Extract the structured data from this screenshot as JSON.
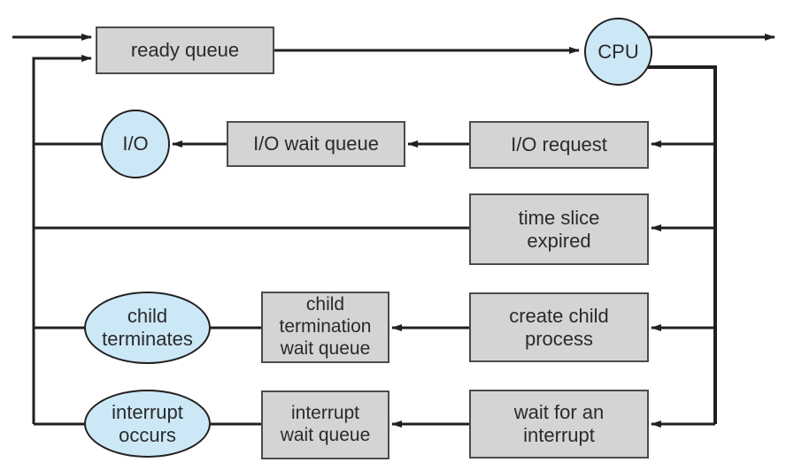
{
  "colors": {
    "box_fill": "#d3d4d6",
    "box_border": "#4a4b4d",
    "ellipse_fill": "#cce8f7",
    "ellipse_border": "#231f20",
    "line": "#231f20",
    "text": "#2b2a2b",
    "background": "#ffffff"
  },
  "nodes": {
    "ready_queue": {
      "label": "ready queue",
      "shape": "box"
    },
    "cpu": {
      "label": "CPU",
      "shape": "circle"
    },
    "io": {
      "label": "I/O",
      "shape": "circle"
    },
    "io_wait_queue": {
      "label": "I/O wait queue",
      "shape": "box"
    },
    "io_request": {
      "label": "I/O request",
      "shape": "box"
    },
    "time_slice_expired": {
      "label": "time slice\nexpired",
      "shape": "box"
    },
    "child_terminates": {
      "label": "child\nterminates",
      "shape": "ellipse"
    },
    "child_termination_wait_queue": {
      "label": "child\ntermination\nwait queue",
      "shape": "box"
    },
    "create_child_process": {
      "label": "create child\nprocess",
      "shape": "box"
    },
    "interrupt_occurs": {
      "label": "interrupt\noccurs",
      "shape": "ellipse"
    },
    "interrupt_wait_queue": {
      "label": "interrupt\nwait queue",
      "shape": "box"
    },
    "wait_for_an_interrupt": {
      "label": "wait for an\ninterrupt",
      "shape": "box"
    }
  },
  "connections": [
    {
      "from": "external-entry",
      "to": "ready_queue",
      "arrow": true
    },
    {
      "from": "feedback-left-line",
      "to": "ready_queue",
      "arrow": true
    },
    {
      "from": "ready_queue",
      "to": "cpu",
      "arrow": true
    },
    {
      "from": "cpu",
      "to": "external-exit",
      "arrow": true
    },
    {
      "from": "cpu",
      "to": "right-dispatch-line",
      "arrow": false
    },
    {
      "from": "right-dispatch-line",
      "to": "io_request",
      "arrow": true
    },
    {
      "from": "io_request",
      "to": "io_wait_queue",
      "arrow": true
    },
    {
      "from": "io_wait_queue",
      "to": "io",
      "arrow": true
    },
    {
      "from": "io",
      "to": "feedback-left-line",
      "arrow": false
    },
    {
      "from": "right-dispatch-line",
      "to": "time_slice_expired",
      "arrow": true
    },
    {
      "from": "time_slice_expired",
      "to": "feedback-left-line",
      "arrow": false
    },
    {
      "from": "right-dispatch-line",
      "to": "create_child_process",
      "arrow": true
    },
    {
      "from": "create_child_process",
      "to": "child_termination_wait_queue",
      "arrow": true
    },
    {
      "from": "child_termination_wait_queue",
      "to": "child_terminates",
      "arrow": false
    },
    {
      "from": "child_terminates",
      "to": "feedback-left-line",
      "arrow": false
    },
    {
      "from": "right-dispatch-line",
      "to": "wait_for_an_interrupt",
      "arrow": true
    },
    {
      "from": "wait_for_an_interrupt",
      "to": "interrupt_wait_queue",
      "arrow": true
    },
    {
      "from": "interrupt_wait_queue",
      "to": "interrupt_occurs",
      "arrow": false
    },
    {
      "from": "interrupt_occurs",
      "to": "feedback-left-line",
      "arrow": false
    }
  ]
}
